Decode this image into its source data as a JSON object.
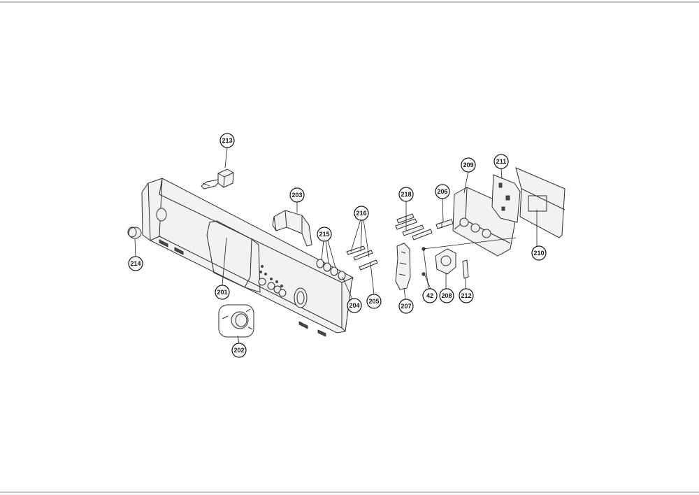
{
  "callouts": [
    {
      "id": "c201",
      "label": "201"
    },
    {
      "id": "c202",
      "label": "202"
    },
    {
      "id": "c203",
      "label": "203"
    },
    {
      "id": "c204",
      "label": "204"
    },
    {
      "id": "c205",
      "label": "205"
    },
    {
      "id": "c206",
      "label": "206"
    },
    {
      "id": "c207",
      "label": "207"
    },
    {
      "id": "c208",
      "label": "208"
    },
    {
      "id": "c209",
      "label": "209"
    },
    {
      "id": "c210",
      "label": "210"
    },
    {
      "id": "c211",
      "label": "211"
    },
    {
      "id": "c212",
      "label": "212"
    },
    {
      "id": "c213",
      "label": "213"
    },
    {
      "id": "c214",
      "label": "214"
    },
    {
      "id": "c215",
      "label": "215"
    },
    {
      "id": "c216",
      "label": "216"
    },
    {
      "id": "c218",
      "label": "218"
    },
    {
      "id": "c42",
      "label": "42"
    }
  ]
}
